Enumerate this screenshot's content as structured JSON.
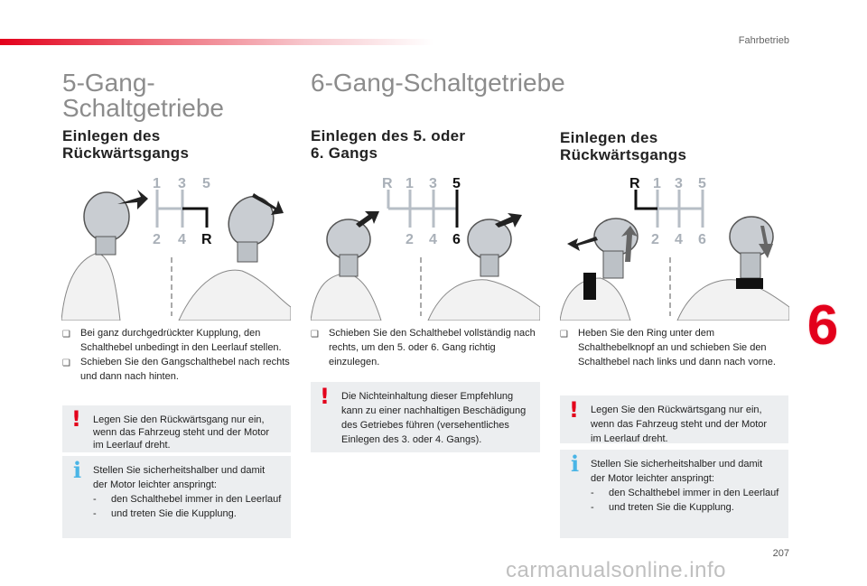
{
  "header": {
    "section": "Fahrbetrieb"
  },
  "col1": {
    "title_line1": "5-Gang-",
    "title_line2": "Schaltgetriebe",
    "heading_line1": "Einlegen des",
    "heading_line2": "Rückwärtsgangs",
    "gears": {
      "top": [
        "1",
        "3",
        "5"
      ],
      "bottom": [
        "2",
        "4",
        "R"
      ]
    },
    "bullets": [
      "Bei ganz durchgedrückter Kupplung, den Schalthebel unbedingt in den Leerlauf stellen.",
      "Schieben Sie den Gangschalthebel nach rechts und dann nach hinten."
    ],
    "warning": "Legen Sie den Rückwärtsgang nur ein, wenn das Fahrzeug steht und der Motor im Leerlauf dreht.",
    "info_intro": "Stellen Sie sicherheitshalber und damit der Motor leichter anspringt:",
    "info_items": [
      "den Schalthebel immer in den Leerlauf",
      "und treten Sie die Kupplung."
    ]
  },
  "col2": {
    "title": "6-Gang-Schaltgetriebe",
    "heading_line1": "Einlegen des 5. oder",
    "heading_line2": "6. Gangs",
    "gears": {
      "top": [
        "R",
        "1",
        "3",
        "5"
      ],
      "bottom": [
        "2",
        "4",
        "6"
      ]
    },
    "bullets": [
      "Schieben Sie den Schalthebel vollständig nach rechts, um den 5. oder 6. Gang richtig einzulegen."
    ],
    "warning": "Die Nichteinhaltung dieser Empfehlung kann zu einer nachhaltigen Beschädigung des Getriebes führen (versehentliches Einlegen des 3. oder 4. Gangs)."
  },
  "col3": {
    "heading_line1": "Einlegen des",
    "heading_line2": "Rückwärtsgangs",
    "gears": {
      "top": [
        "R",
        "1",
        "3",
        "5"
      ],
      "bottom": [
        "2",
        "4",
        "6"
      ]
    },
    "bullets": [
      "Heben Sie den Ring unter dem Schalthebelknopf an und schieben Sie den Schalthebel nach links und dann nach vorne."
    ],
    "warning": "Legen Sie den Rückwärtsgang nur ein, wenn das Fahrzeug steht und der Motor im Leerlauf dreht.",
    "info_intro": "Stellen Sie sicherheitshalber und damit der Motor leichter anspringt:",
    "info_items": [
      "den Schalthebel immer in den Leerlauf",
      "und treten Sie die Kupplung."
    ]
  },
  "chapter_number": "6",
  "page_number": "207",
  "watermark": "carmanualsonline.info",
  "colors": {
    "accent_red": "#e3001b",
    "info_blue": "#4ab5e6",
    "note_bg": "#eceef0",
    "gear_grey": "#a9b0b8"
  },
  "icons": {
    "bullet": "checkbox-bullet-icon",
    "warning": "exclamation-icon",
    "info": "info-icon"
  }
}
